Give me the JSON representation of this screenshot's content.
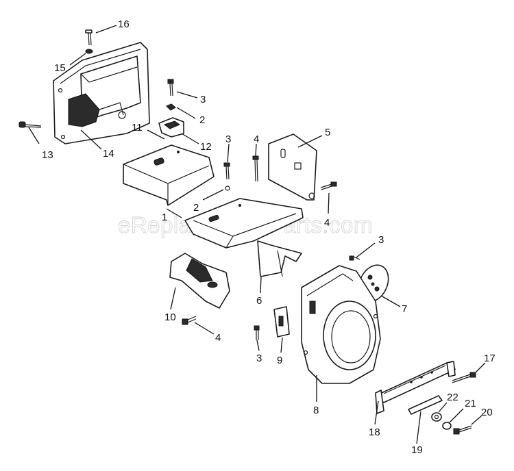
{
  "watermark": "eReplacementParts.com",
  "labels": [
    "16",
    "15",
    "3",
    "2",
    "11",
    "12",
    "13",
    "14",
    "3",
    "4",
    "5",
    "2",
    "1",
    "4",
    "3",
    "6",
    "7",
    "10",
    "4",
    "3",
    "9",
    "8",
    "17",
    "22",
    "21",
    "20",
    "18",
    "19"
  ]
}
